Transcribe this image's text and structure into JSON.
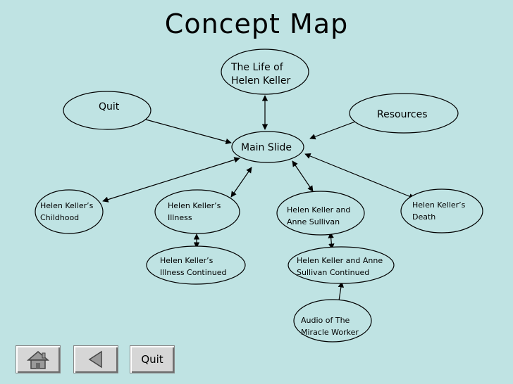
{
  "title": "Concept Map",
  "nodes": {
    "life": [
      "The Life of",
      "Helen Keller"
    ],
    "quit": [
      "Quit"
    ],
    "resources": [
      "Resources"
    ],
    "main": [
      "Main Slide"
    ],
    "childhood": [
      "Helen Keller’s",
      "Childhood"
    ],
    "illness": [
      "Helen Keller’s",
      "Illness"
    ],
    "sullivan": [
      "Helen Keller and",
      "Anne Sullivan"
    ],
    "death": [
      "Helen Keller’s",
      "Death"
    ],
    "illness_cont": [
      "Helen Keller’s",
      "Illness Continued"
    ],
    "sullivan_cont": [
      "Helen Keller and Anne",
      "Sullivan Continued"
    ],
    "audio": [
      "Audio of The",
      "Miracle Worker"
    ]
  },
  "colors": {
    "background": "#bfe3e3",
    "node_fill": "#bfe3e3",
    "stroke": "#000000",
    "button_face": "#d6d6d6"
  },
  "nav": {
    "home_icon": "home-icon",
    "back_icon": "back-arrow-icon",
    "quit_label": "Quit"
  }
}
